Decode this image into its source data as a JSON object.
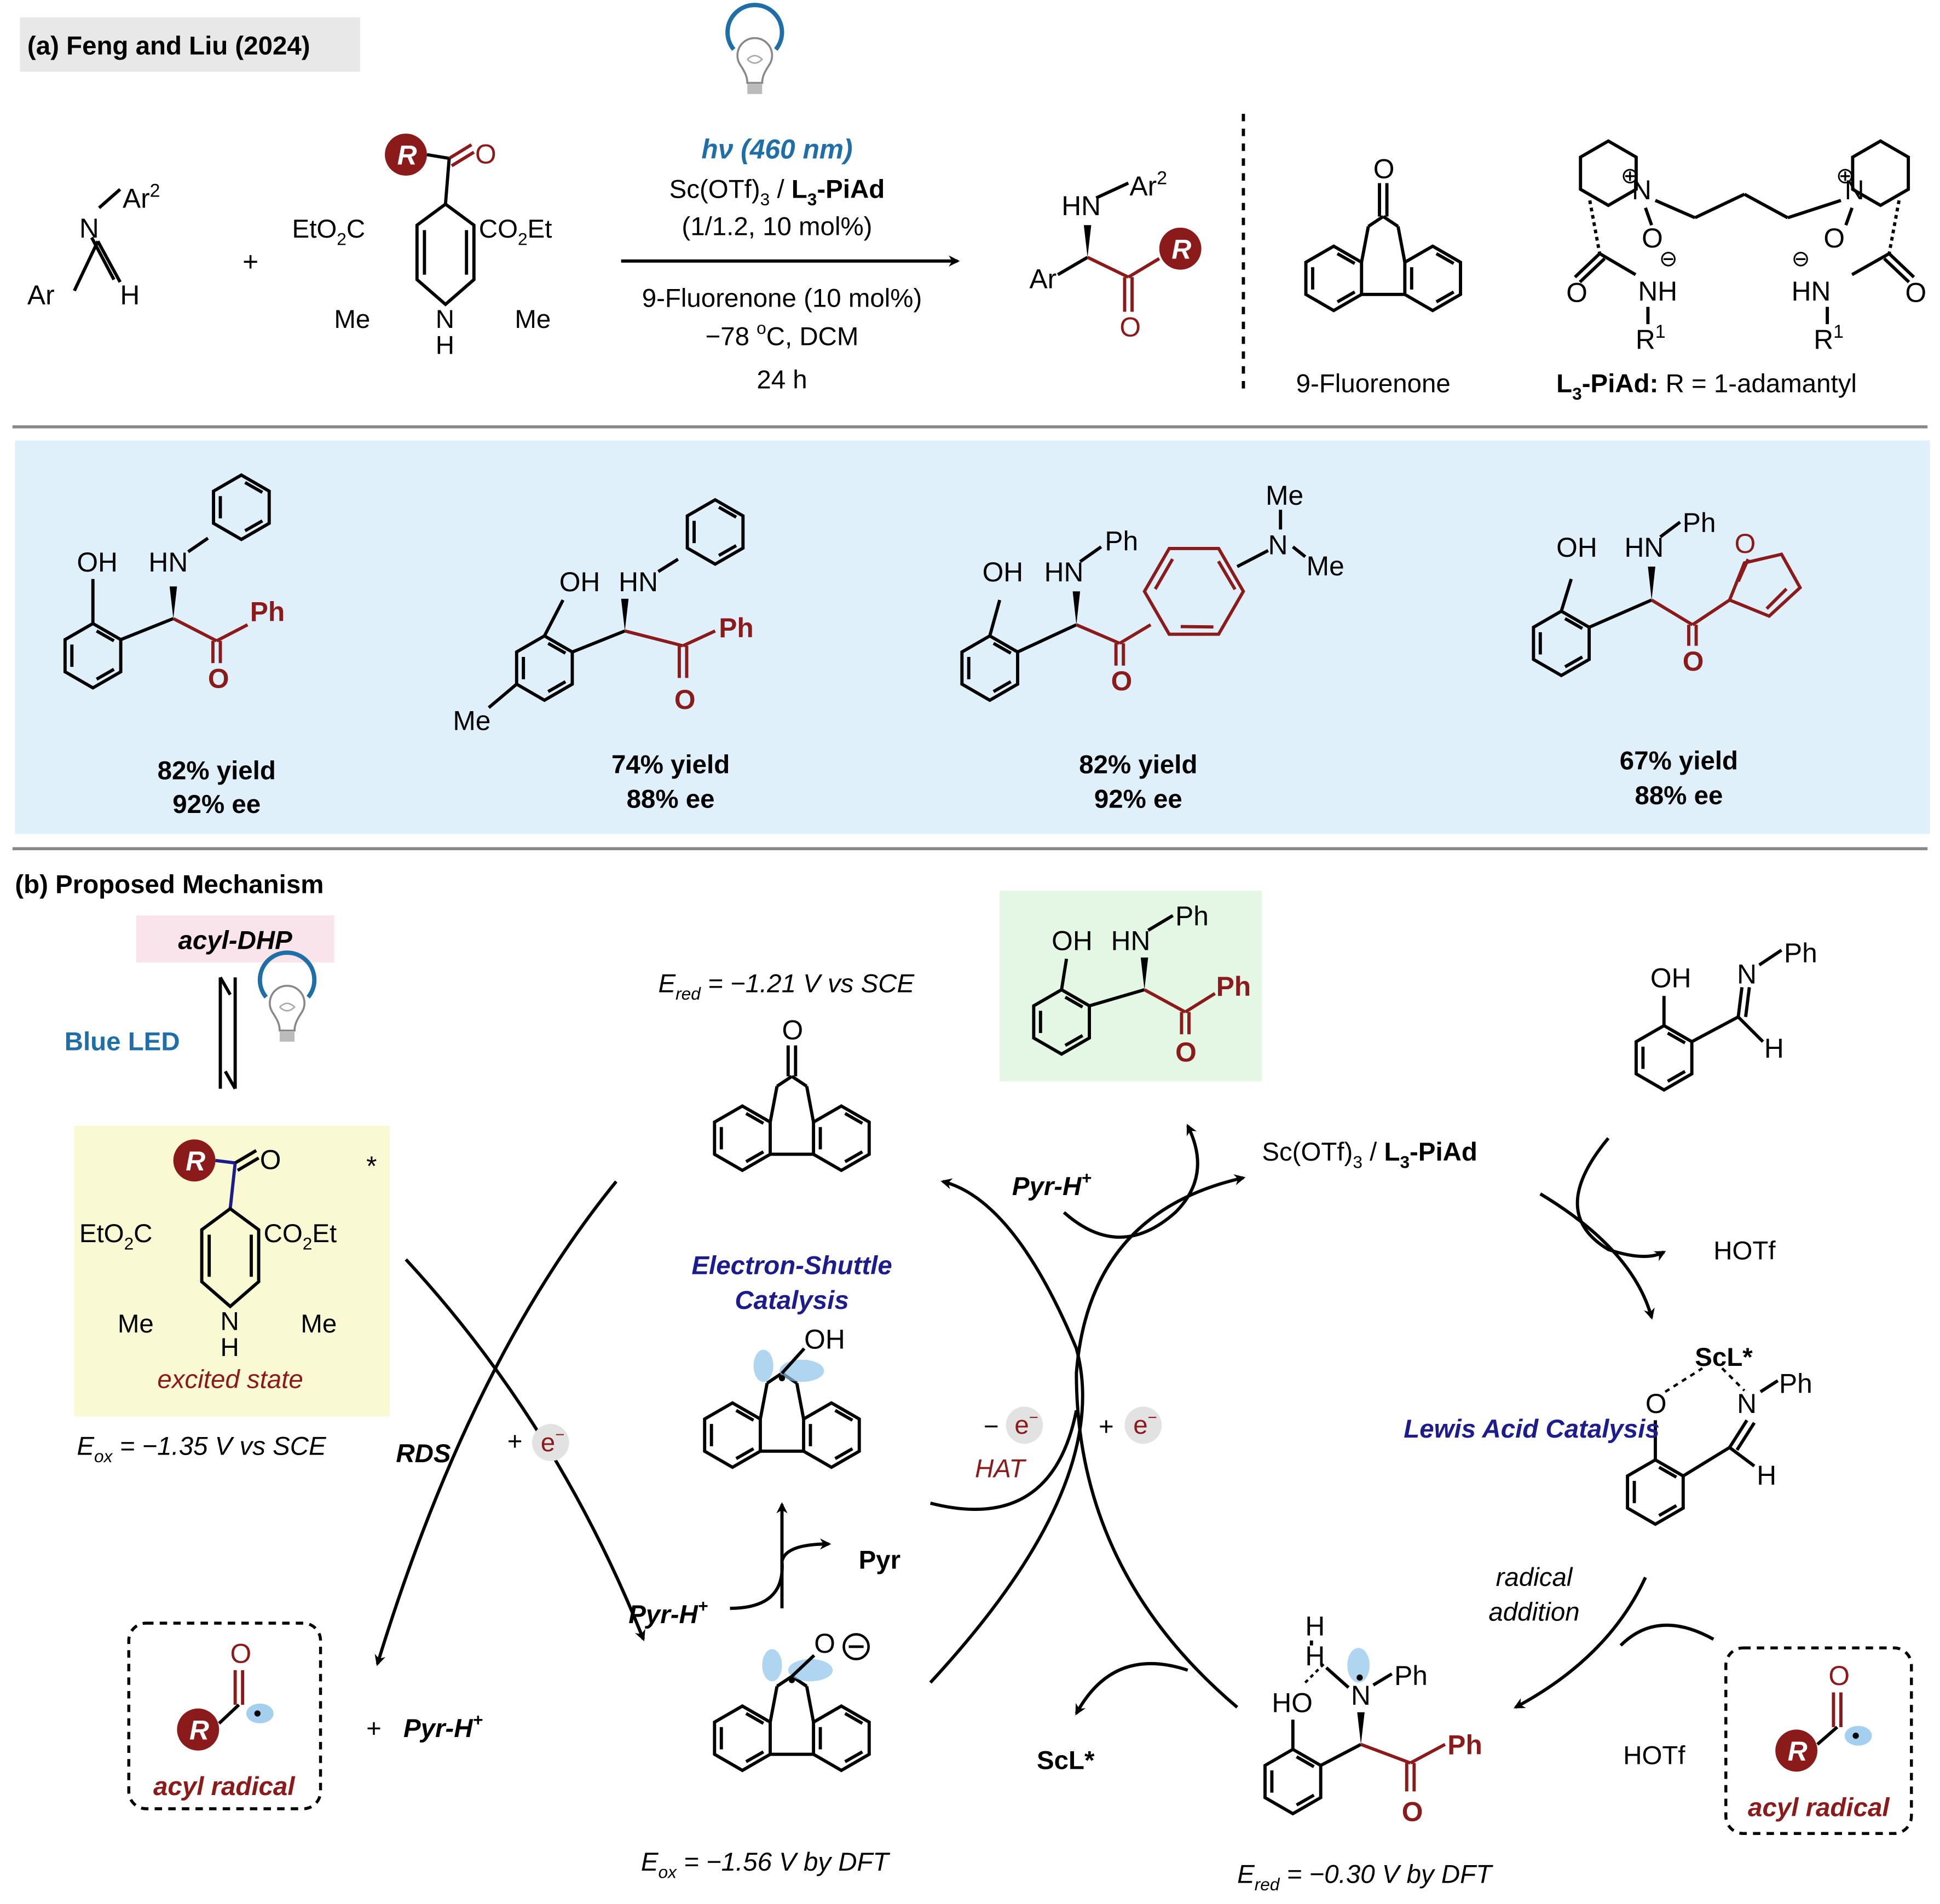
{
  "colors": {
    "red": "#8b1a1a",
    "blue_text": "#1f6ea8",
    "navy": "#1c1c8c",
    "section_bg": "#e8e8e8",
    "scope_bg": "#dff0fb",
    "green_box": "#e4f6e4",
    "yellow_box": "#f9f9d4",
    "pink_label": "#f8e4ea",
    "radical_lobe": "#8fc3ea"
  },
  "icons": [
    "light-bulb-icon"
  ],
  "part_a": {
    "heading": "(a) Feng and Liu (2024)",
    "imine": {
      "ar2": "Ar",
      "ar2_sup": "2",
      "n": "N",
      "ar": "Ar",
      "h": "H"
    },
    "plus": "+",
    "dhp": {
      "r": "R",
      "o": "O",
      "ester_left": "EtO",
      "ester_left_sub": "2",
      "ester_left_tail": "C",
      "ester_right": "CO",
      "ester_right_sub": "2",
      "ester_right_tail": "Et",
      "me_left": "Me",
      "me_right": "Me",
      "nh_n": "N",
      "nh_h": "H"
    },
    "conditions": {
      "light": "hν (460 nm)",
      "catalyst_a": "Sc(OTf)",
      "catalyst_sub": "3",
      "catalyst_b": " / ",
      "ligand": "L",
      "ligand_sub": "3",
      "ligand_tail": "-PiAd",
      "ratio": "(1/1.2, 10 mol%)",
      "additive": "9-Fluorenone (10 mol%)",
      "temp": "−78 ",
      "temp_sup": "o",
      "temp_tail": "C, DCM",
      "time": "24 h"
    },
    "product": {
      "hn": "HN",
      "ar2": "Ar",
      "ar2_sup": "2",
      "ar": "Ar",
      "r": "R",
      "o": "O"
    },
    "fluorenone_label": "9-Fluorenone",
    "fluorenone_o": "O",
    "ligand_label_bold": "L",
    "ligand_label_sub": "3",
    "ligand_label_bold_tail": "-PiAd:",
    "ligand_label_rest": " R = 1-adamantyl",
    "ligand_atoms": {
      "n": "N",
      "o": "O",
      "nh": "NH",
      "hn": "HN",
      "r1": "R",
      "r1_sup": "1",
      "plus": "⊕",
      "minus": "⊖"
    }
  },
  "scope": [
    {
      "yield": "82% yield",
      "ee": "92% ee",
      "oh": "OH",
      "hn": "HN",
      "ph": "Ph",
      "o": "O"
    },
    {
      "yield": "74% yield",
      "ee": "88% ee",
      "oh": "OH",
      "hn": "HN",
      "ph": "Ph",
      "o": "O",
      "me": "Me"
    },
    {
      "yield": "82% yield",
      "ee": "92% ee",
      "oh": "OH",
      "hn": "HN",
      "ph": "Ph",
      "o": "O",
      "me1": "Me",
      "n": "N",
      "me2": "Me"
    },
    {
      "yield": "67% yield",
      "ee": "88% ee",
      "oh": "OH",
      "hn": "HN",
      "ph": "Ph",
      "o": "O",
      "ofuran": "O"
    }
  ],
  "part_b": {
    "heading": "(b) Proposed Mechanism",
    "acyl_dhp": "acyl-DHP",
    "blue_led": "Blue LED",
    "excited_state": "excited state",
    "star": "*",
    "eox_dhp": "E",
    "eox_dhp_sub": "ox",
    "eox_dhp_val": " = −1.35 V vs SCE",
    "ered_fl": "E",
    "ered_fl_sub": "red",
    "ered_fl_val": " = −1.21 V vs SCE",
    "eox_ketyl": "E",
    "eox_ketyl_sub": "ox",
    "eox_ketyl_val": " = −1.56 V by DFT",
    "ered_int": "E",
    "ered_int_sub": "red",
    "ered_int_val": " = −0.30 V by DFT",
    "rds": "RDS",
    "plus_e": "+",
    "e_minus": "e",
    "e_sup": "−",
    "minus_e": "−",
    "hat": "HAT",
    "pyr_h": "Pyr-H",
    "pyr_h_sup": "+",
    "pyr": "Pyr",
    "electron_shuttle_1": "Electron-Shuttle",
    "electron_shuttle_2": "Catalysis",
    "lewis_acid": "Lewis Acid Catalysis",
    "sc_cat": "Sc(OTf)",
    "sc_cat_sub": "3",
    "sc_cat_mid": " / ",
    "sc_lig": "L",
    "sc_lig_sub": "3",
    "sc_lig_tail": "-PiAd",
    "hotf_1": "HOTf",
    "hotf_2": "HOTf",
    "scl": "ScL*",
    "radical_addition_1": "radical",
    "radical_addition_2": "addition",
    "acyl_radical": "acyl radical",
    "plus": "+",
    "ketyl_oh": "OH",
    "ketyl_o": "O",
    "fl_o": "O",
    "product_oh": "OH",
    "product_hn": "HN",
    "product_ph": "Ph",
    "product_ph2": "Ph",
    "product_o": "O",
    "imine_oh": "OH",
    "imine_n": "N",
    "imine_ph": "Ph",
    "imine_h": "H",
    "complex_o": "O",
    "complex_n": "N",
    "complex_ph": "Ph",
    "complex_h": "H",
    "int_ho": "HO",
    "int_h1": "H",
    "int_h2": "H",
    "int_n": "N",
    "int_ph": "Ph",
    "int_ph2": "Ph",
    "int_o": "O",
    "r": "R",
    "o": "O"
  }
}
